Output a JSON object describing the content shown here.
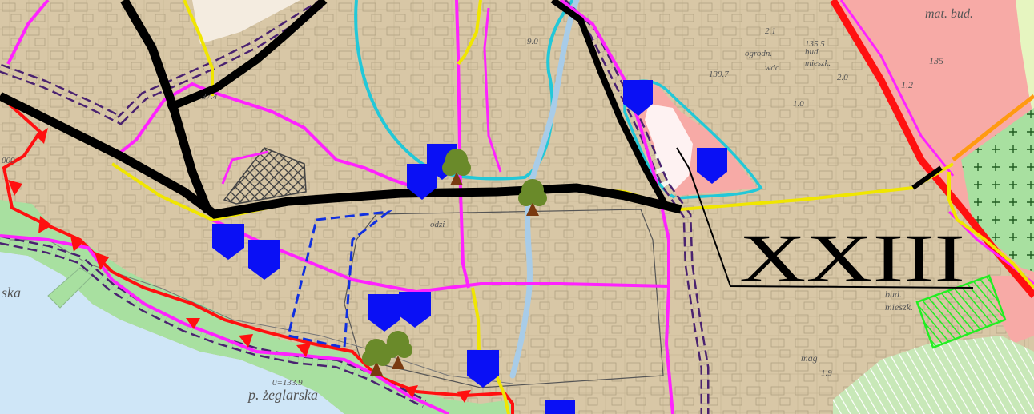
{
  "map": {
    "zone_label": "XXIII",
    "labels": {
      "water_name": "p. żeglarska",
      "lake_fragment": "ska",
      "mat_bud": "mat. bud.",
      "bud_mieszk_1": "bud.",
      "bud_mieszk_2": "mieszk.",
      "bud_mieszk_3": "bud.",
      "bud_mieszk_4": "mieszk.",
      "mag": "mag",
      "ogrod": "ogrodn.",
      "wdc": "wdc.",
      "el_135": "135",
      "el_1397": "139.7",
      "el_1355": "135.5",
      "el_12": "1.2",
      "el_19": "1.9",
      "el_20": "2.0",
      "el_21": "2.1",
      "el_10": "1.0",
      "el_90": "9.0",
      "el_374": "37.4",
      "el_1339": "0=133.9",
      "el_000": "000",
      "el_od": "odzi"
    },
    "colors": {
      "urban_beige": "#d8c7a6",
      "lake_blue": "#cfe6f7",
      "green_area": "#a8e0a0",
      "pink_zone": "#f7aaa6",
      "light_green": "#e6f5c0",
      "road_black": "#000000",
      "road_magenta": "#ff22ff",
      "road_yellow": "#f0e600",
      "boundary_red": "#ff1010",
      "cyan_line": "#22c8d8",
      "river_blue": "#a8cce8",
      "purple_chain": "#4a2270",
      "marker_blue": "#0a10f5",
      "tree_green": "#6a8a2a",
      "tree_trunk": "#7a3a10",
      "bright_green": "#22ee22"
    }
  }
}
